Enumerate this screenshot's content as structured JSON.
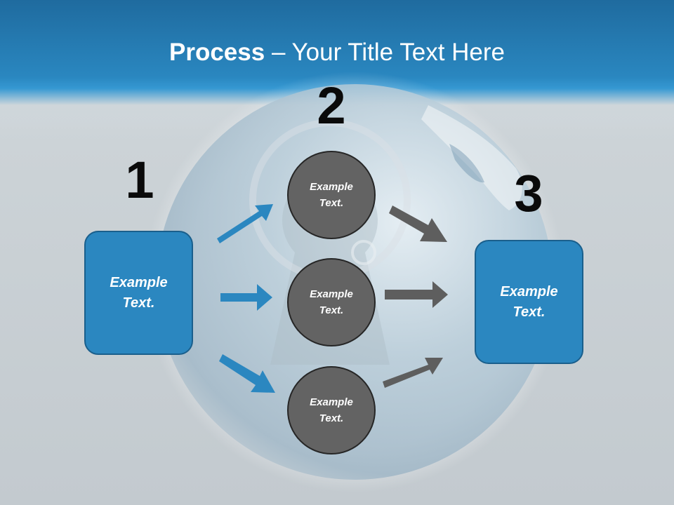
{
  "title": {
    "bold": "Process",
    "rest": " – Your Title Text Here"
  },
  "steps": [
    {
      "number": "1",
      "text": "Example\nText."
    },
    {
      "number": "2",
      "items": [
        "Example\nText.",
        "Example\nText.",
        "Example\nText."
      ]
    },
    {
      "number": "3",
      "text": "Example\nText."
    }
  ],
  "colors": {
    "header": "#2a87c0",
    "box": "#2b87c0",
    "circle": "#636363",
    "blue_arrow": "#2b87c0",
    "gray_arrow": "#5e5e5e"
  }
}
